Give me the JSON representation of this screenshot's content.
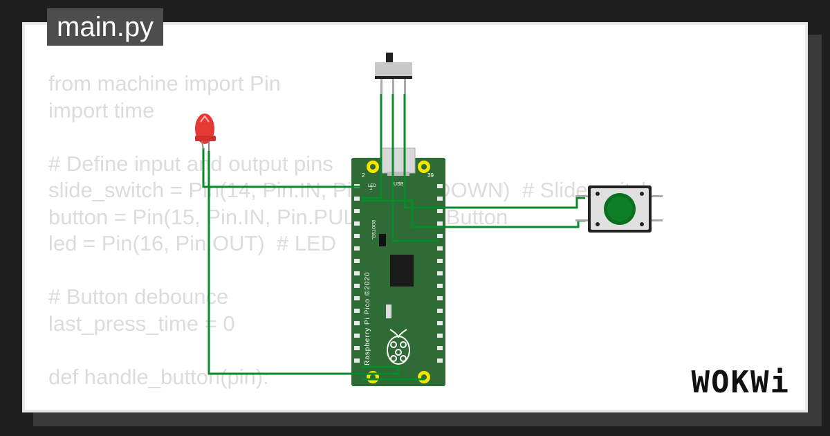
{
  "tab": {
    "label": "main.py"
  },
  "code_lines": [
    "from machine import Pin",
    "import time",
    "",
    "# Define input and output pins",
    "slide_switch = Pin(14, Pin.IN, Pin.PULL_DOWN)  # Slide switch",
    "button = Pin(15, Pin.IN, Pin.PULL_UP)  # Button",
    "led = Pin(16, Pin.OUT)  # LED",
    "",
    "# Button debounce",
    "last_press_time = 0",
    "",
    "def handle_button(pin):"
  ],
  "board": {
    "name": "Raspberry Pi Pico ©2020",
    "labels": {
      "usb": "USB",
      "led": "LED",
      "bootsel": "BOOTSEL",
      "pin1": "1",
      "pin2": "2",
      "pin39": "39"
    }
  },
  "brand": {
    "logo_text": "WOKWi"
  },
  "colors": {
    "wire": "#0a8a2a",
    "board": "#2f6b35",
    "button_cap": "#0d6e1f",
    "led": "#e53935"
  }
}
